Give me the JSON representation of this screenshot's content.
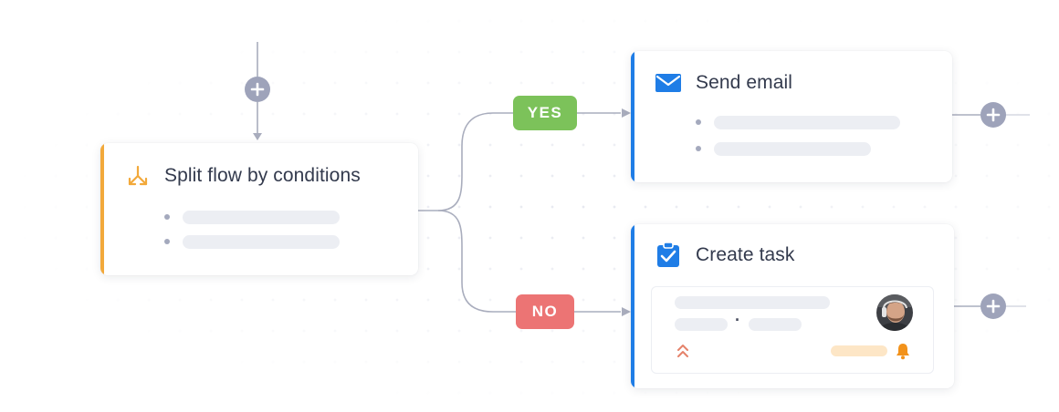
{
  "nodes": {
    "split": {
      "title": "Split flow by conditions",
      "icon": "split-arrows-icon",
      "accent": "#f2a93b"
    },
    "email": {
      "title": "Send email",
      "icon": "envelope-icon",
      "accent": "#1f7de6"
    },
    "task": {
      "title": "Create task",
      "icon": "clipboard-check-icon",
      "accent": "#1f7de6",
      "avatar": "user-avatar",
      "priority_icon": "double-chevron-up-icon",
      "reminder_icon": "bell-icon",
      "separator": "·"
    }
  },
  "branches": {
    "yes": {
      "label": "YES",
      "color": "#7cc25a"
    },
    "no": {
      "label": "NO",
      "color": "#ec7474"
    }
  },
  "add_button": {
    "icon": "plus-icon",
    "color": "#9ea3ba"
  },
  "colors": {
    "connector": "#a9adbd",
    "placeholder": "#eceef3",
    "reminder_bar": "#fde6c6",
    "priority": "#e5826a",
    "bell": "#f2921b"
  }
}
